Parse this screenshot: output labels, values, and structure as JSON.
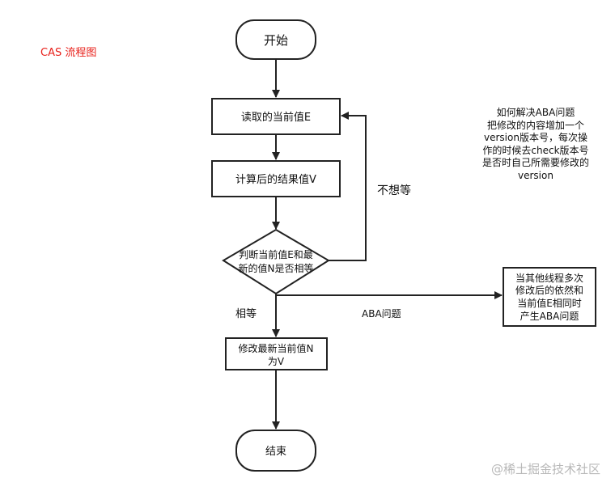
{
  "title": "CAS 流程图",
  "nodes": {
    "start": "开始",
    "read": "读取的当前值E",
    "compute": "计算后的结果值V",
    "decision_line1": "判断当前值E和最",
    "decision_line2": "新的值N是否相等",
    "update_line1": "修改最新当前值N",
    "update_line2": "为V",
    "end": "结束",
    "aba_box_line1": "当其他线程多次",
    "aba_box_line2": "修改后的依然和",
    "aba_box_line3": "当前值E相同时",
    "aba_box_line4": "产生ABA问题"
  },
  "edge_labels": {
    "not_equal": "不想等",
    "equal": "相等",
    "aba": "ABA问题"
  },
  "note": {
    "line1": "如何解决ABA问题",
    "line2": "把修改的内容增加一个",
    "line3": "version版本号，每次操",
    "line4": "作的时候去check版本号",
    "line5": "是否时自己所需要修改的",
    "line6": "version"
  },
  "watermark": "@稀土掘金技术社区",
  "colors": {
    "title": "#e8201a",
    "stroke": "#222222",
    "watermark": "#b8b8b8"
  }
}
